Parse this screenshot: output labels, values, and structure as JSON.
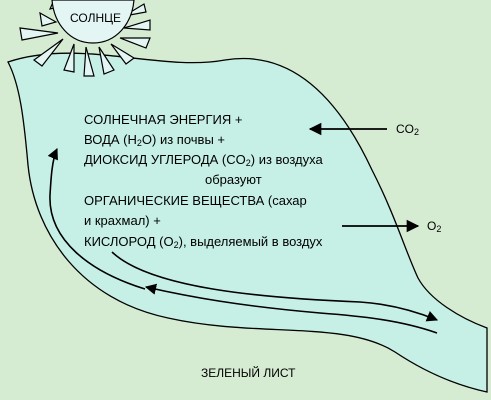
{
  "sun": {
    "label": "СОЛНЦЕ"
  },
  "leaf": {
    "label": "ЗЕЛЕНЫЙ ЛИСТ"
  },
  "equation": {
    "line1": "СОЛНЕЧНАЯ ЭНЕРГИЯ +",
    "line2_pre": "ВОДА (H",
    "line2_sub": "2",
    "line2_post": "O) из почвы +",
    "line3_pre": "ДИОКСИД УГЛЕРОДА (CO",
    "line3_sub": "2",
    "line3_post": ") из воздуха",
    "line4": "образуют",
    "line5": "ОРГАНИЧЕСКИЕ ВЕЩЕСТВА (сахар",
    "line6": "и крахмал) +",
    "line7_pre": "КИСЛОРОД (O",
    "line7_sub": "2",
    "line7_post": "), выделяемый в воздух"
  },
  "inputs": {
    "co2_pre": "CO",
    "co2_sub": "2"
  },
  "outputs": {
    "o2_pre": "O",
    "o2_sub": "2"
  },
  "colors": {
    "background": "#d6ecd2",
    "leaf_fill": "#c6f0e6",
    "outline": "#000000"
  }
}
